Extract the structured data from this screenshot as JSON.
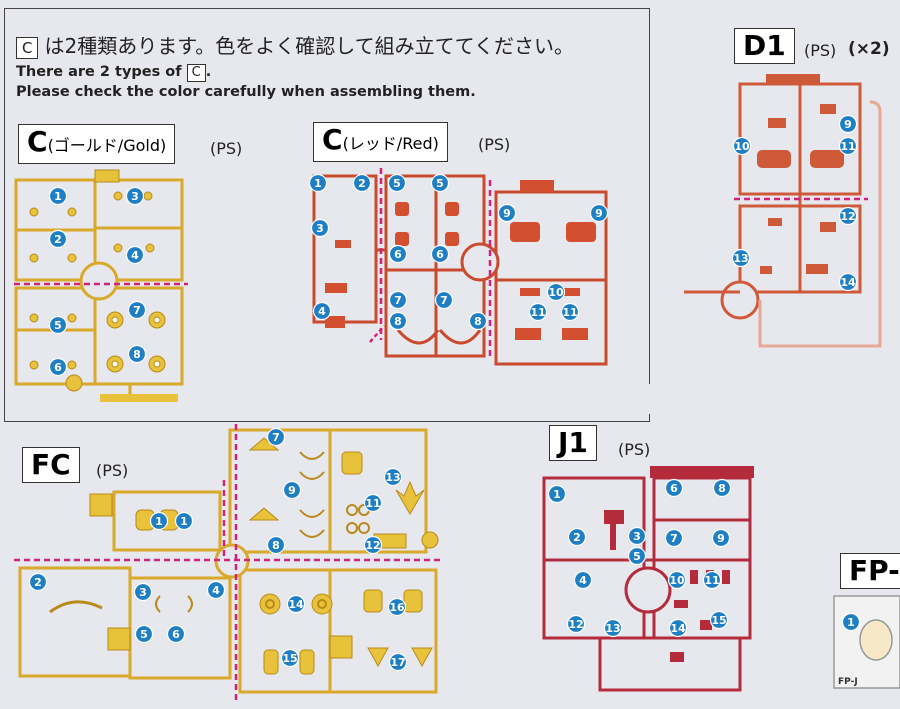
{
  "note": {
    "jp_box": "C",
    "jp_text": "は2種類あります。色をよく確認して組み立ててください。",
    "en_line1_prefix": "There are 2 types of",
    "en_line1_box": "C",
    "en_line1_suffix": ".",
    "en_line2": "Please check the color carefully when assembling them."
  },
  "runners": {
    "c_gold": {
      "letter": "C",
      "name": "(ゴールド/Gold)",
      "material": "(PS)",
      "color": "#e8c23a"
    },
    "c_red": {
      "letter": "C",
      "name": "(レッド/Red)",
      "material": "(PS)",
      "color": "#d2502f"
    },
    "d1": {
      "title": "D1",
      "material": "(PS)",
      "count": "(×2)",
      "color": "#cf5a3a"
    },
    "fc": {
      "title": "FC",
      "material": "(PS)",
      "color": "#e8c23a"
    },
    "j1": {
      "title": "J1",
      "material": "(PS)",
      "color": "#b42b3c"
    },
    "fp": {
      "title": "FP-",
      "tag": "FP-J"
    }
  },
  "markers": {
    "c_gold": [
      "1",
      "3",
      "2",
      "4",
      "5",
      "7",
      "6",
      "8"
    ],
    "c_red": [
      "1",
      "2",
      "3",
      "4",
      "5",
      "5",
      "6",
      "6",
      "7",
      "7",
      "8",
      "8",
      "9",
      "9",
      "10",
      "11",
      "11"
    ],
    "d1": [
      "9",
      "10",
      "11",
      "12",
      "13",
      "14"
    ],
    "fc": [
      "7",
      "9",
      "8",
      "13",
      "11",
      "12",
      "1",
      "1",
      "2",
      "3",
      "4",
      "5",
      "6",
      "14",
      "16",
      "15",
      "17"
    ],
    "j1": [
      "1",
      "6",
      "8",
      "2",
      "3",
      "7",
      "9",
      "5",
      "4",
      "10",
      "11",
      "12",
      "13",
      "14",
      "15"
    ],
    "fp": [
      "1"
    ]
  },
  "colors": {
    "marker": "#1f7fc4",
    "dashed_divider": "#d4227a",
    "page_bg": "#e7e8ee"
  }
}
